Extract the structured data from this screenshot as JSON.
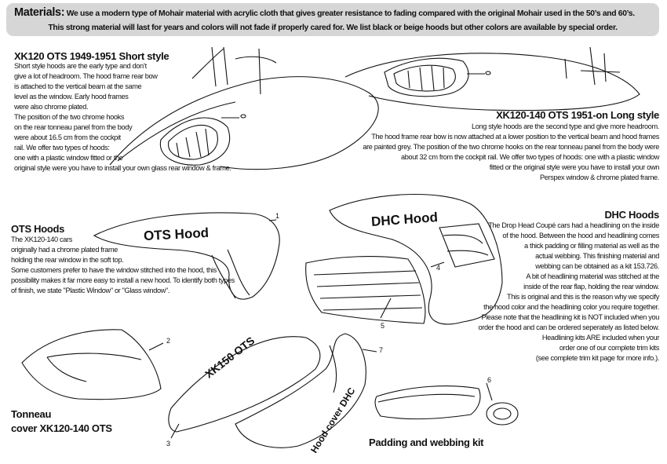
{
  "materials": {
    "lead": "Materials:",
    "line1": " We use a modern type of Mohair material with acrylic cloth that gives greater resistance to fading compared with the original Mohair used in the 50’s and 60’s.",
    "line2": "This strong material will last for years and colors will not fade if properly cared for. We list black or beige hoods but other colors are available by special order."
  },
  "short_style": {
    "heading": "XK120 OTS 1949-1951 Short style",
    "lines": [
      "Short style hoods are the early type and don’t",
      "give a lot of headroom. The hood frame rear bow",
      "is attached to the vertical beam at the same",
      "level as the window. Early hood frames",
      "were also chrome plated.",
      "The position of the two chrome hooks",
      "on the rear tonneau panel from the body",
      "were about 16.5 cm from the cockpit",
      "rail. We offer two types of hoods:",
      "one with a plastic window fitted or the",
      "original style were you have to install your own glass rear window & frame."
    ]
  },
  "long_style": {
    "heading": "XK120-140 OTS 1951-on Long style",
    "lines": [
      "Long style hoods are the second type and give more headroom.",
      "The hood frame rear bow is now attached at a lower position to the vertical beam and hood frames",
      "are painted grey. The position of the two chrome hooks on the rear tonneau panel from the body were",
      "about 32 cm from the cockpit rail. We offer two types of hoods: one with a plastic window",
      "fitted or the original style were you have to install your own",
      "Perspex window & chrome plated frame."
    ]
  },
  "ots_hoods": {
    "heading": "OTS Hoods",
    "lines": [
      "The XK120-140 cars",
      "originally had a chrome plated frame",
      "holding the rear window in the soft top.",
      "Some customers prefer to have the window stitched into the hood, this",
      "possibility makes it far more easy to install a new hood. To identify both types",
      "of finish, we state \"Plastic Window\" or \"Glass window\"."
    ]
  },
  "dhc_hoods": {
    "heading": "DHC Hoods",
    "lines": [
      "The Drop Head Coupé cars had a headlining on the inside",
      "of the hood. Between the hood and headlining comes",
      "a thick padding or filling material as well as the",
      "actual webbing. This finishing material and",
      "webbing can be obtained as a kit 153.726.",
      "A bit of headlining material was stitched at the",
      "inside of the rear flap, holding the rear window.",
      "This is original and this is the reason why we specify",
      "the hood color and the headlining color you require together.",
      "Please note that the headlining kit is NOT included when you",
      "order the hood and can be ordered seperately as listed below.",
      "Headlining kits ARE included when your",
      "order one of our complete trim kits",
      "(see complete trim kit page for more info.)."
    ]
  },
  "illustration_labels": {
    "ots_hood": "OTS Hood",
    "dhc_hood": "DHC Hood",
    "xk150_ots": "XK150 OTS",
    "hood_cover_dhc": "Hood cover DHC",
    "tonneau_line1": "Tonneau",
    "tonneau_line2": "cover XK120-140 OTS",
    "padding_kit": "Padding and webbing kit"
  },
  "callouts": [
    "1",
    "2",
    "3",
    "4",
    "5",
    "6",
    "7"
  ]
}
